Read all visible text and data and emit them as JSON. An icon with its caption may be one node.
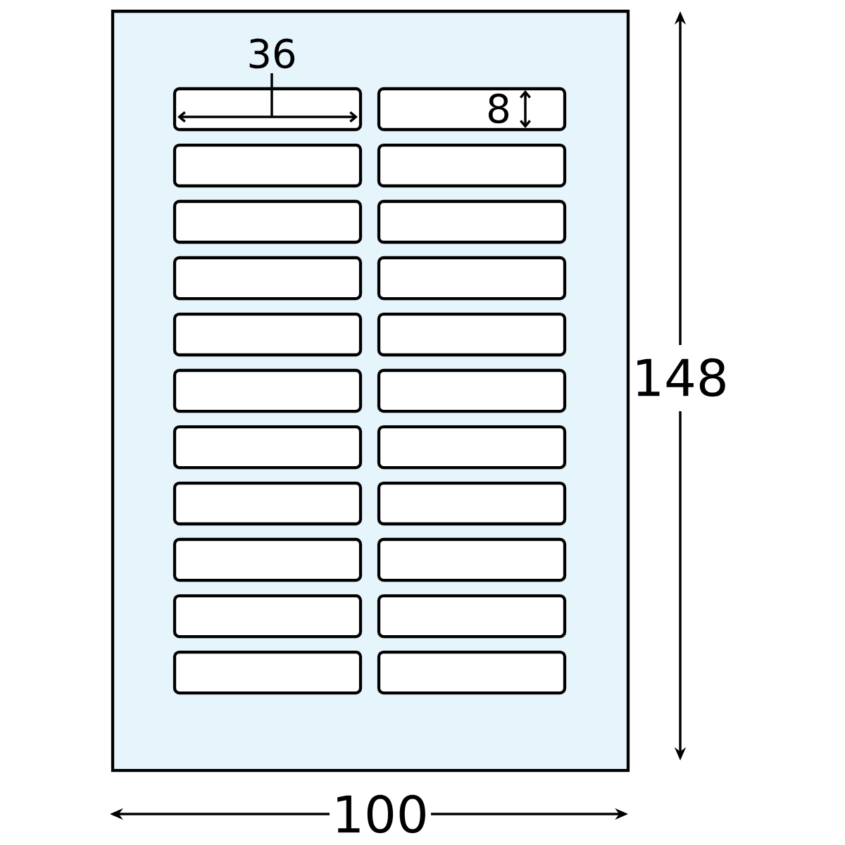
{
  "diagram": {
    "nodes": [
      {
        "text": [],
        "shape": "box"
      },
      {
        "text": [],
        "shape": "box",
        "in": 0
      },
      {
        "text": [],
        "shape": "box",
        "in": 0
      },
      {
        "text": [],
        "shape": "box",
        "in": 0
      },
      {
        "text": [],
        "shape": "box",
        "in": 0
      },
      {
        "text": [],
        "shape": "box",
        "in": 0
      },
      {
        "text": [],
        "shape": "box",
        "in": 0
      },
      {
        "text": [],
        "shape": "box",
        "in": 0
      },
      {
        "text": [],
        "shape": "box",
        "in": 0
      },
      {
        "text": [],
        "shape": "box",
        "in": 0
      },
      {
        "text": [],
        "shape": "box",
        "in": 0
      },
      {
        "text": [],
        "shape": "box",
        "in": 0
      },
      {
        "text": [],
        "shape": "box",
        "in": 0
      },
      {
        "text": [],
        "shape": "box",
        "in": 0
      },
      {
        "text": [],
        "shape": "box",
        "in": 0
      },
      {
        "text": [],
        "shape": "box",
        "in": 0
      },
      {
        "text": [],
        "shape": "box",
        "in": 0
      },
      {
        "text": [],
        "shape": "box",
        "in": 0
      },
      {
        "text": [],
        "shape": "box",
        "in": 0
      },
      {
        "text": [],
        "shape": "box",
        "in": 0
      },
      {
        "text": [],
        "shape": "box",
        "in": 0
      },
      {
        "text": [],
        "shape": "box",
        "in": 0
      },
      {
        "text": [],
        "shape": "box",
        "in": 0
      }
    ],
    "labels": [
      "36",
      "8",
      "148",
      "100"
    ]
  }
}
